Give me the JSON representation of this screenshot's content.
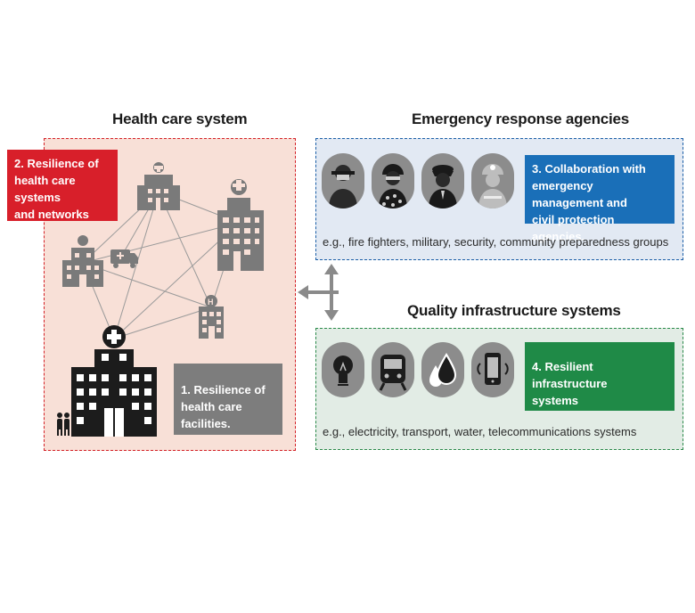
{
  "titles": {
    "health_care": "Health care system",
    "emergency": "Emergency response agencies",
    "infrastructure": "Quality infrastructure systems"
  },
  "boxes": {
    "resilience_networks": [
      "2. Resilience of",
      "health care systems",
      "and networks"
    ],
    "resilience_facilities": [
      "1. Resilience of",
      "health care facilities."
    ],
    "collaboration": [
      "3. Collaboration with",
      "emergency management and",
      "civil protection agencies."
    ],
    "infrastructure": [
      "4. Resilient infrastructure",
      "systems"
    ]
  },
  "captions": {
    "emergency": "e.g., fire fighters, military, security,  community preparedness groups",
    "infrastructure": "e.g., electricity, transport, water, telecommunications systems"
  },
  "icons": {
    "emergency": [
      "firefighter-icon",
      "military-icon",
      "police-icon",
      "miner-icon"
    ],
    "infrastructure": [
      "lightbulb-icon",
      "train-icon",
      "water-drop-icon",
      "mobile-phone-icon"
    ]
  },
  "colors": {
    "red": "#d81f2a",
    "blue": "#1a6fb8",
    "green": "#1f8a47",
    "gray": "#7d7d7d"
  }
}
